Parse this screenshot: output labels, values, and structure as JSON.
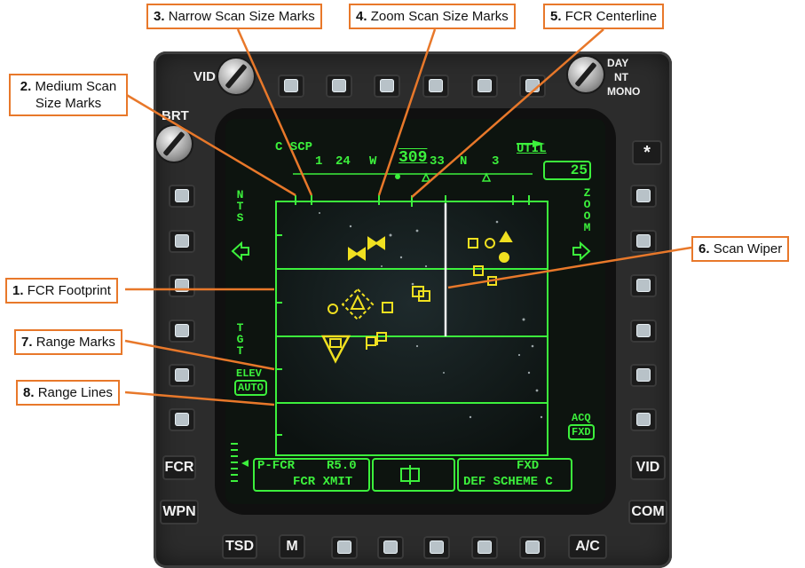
{
  "mpd": {
    "left_buttons": [
      "FCR",
      "WPN"
    ],
    "right_buttons": [
      "VID",
      "COM"
    ],
    "bottom_buttons": [
      "TSD",
      "M",
      "A/C"
    ],
    "top_left_knob_label": "VID",
    "brightness_knob_label": "BRT",
    "mode_knob_labels": [
      "DAY",
      "NT",
      "MONO"
    ],
    "asterisk_label": "*"
  },
  "display": {
    "c_scp": "C SCP",
    "util": "UTIL",
    "heading_tape": [
      "1",
      "24",
      "W",
      "309",
      "33",
      "N",
      "3"
    ],
    "zoom_value": "25",
    "left_labels": {
      "nts": "NTS",
      "tgt": "TGT",
      "elev": "ELEV",
      "auto": "AUTO"
    },
    "right_labels": {
      "zoom": "ZOOM",
      "acq": "ACQ",
      "fxd": "FXD"
    },
    "status_left": {
      "line1_a": "P-FCR",
      "line1_b": "R5.0",
      "line2": "FCR XMIT"
    },
    "status_right": {
      "line1": "FXD",
      "line2": "DEF SCHEME C"
    }
  },
  "callouts": [
    {
      "num": "1.",
      "text": "FCR Footprint"
    },
    {
      "num": "2.",
      "text": "Medium Scan",
      "text2": "Size Marks"
    },
    {
      "num": "3.",
      "text": "Narrow Scan Size Marks"
    },
    {
      "num": "4.",
      "text": "Zoom Scan Size Marks"
    },
    {
      "num": "5.",
      "text": "FCR Centerline"
    },
    {
      "num": "6.",
      "text": "Scan Wiper"
    },
    {
      "num": "7.",
      "text": "Range Marks"
    },
    {
      "num": "8.",
      "text": "Range Lines"
    }
  ],
  "colors": {
    "callout_border": "#e8782a",
    "symbology_green": "#3cf03c",
    "target_yellow": "#f0e020",
    "bezel": "#2c2c2c"
  }
}
